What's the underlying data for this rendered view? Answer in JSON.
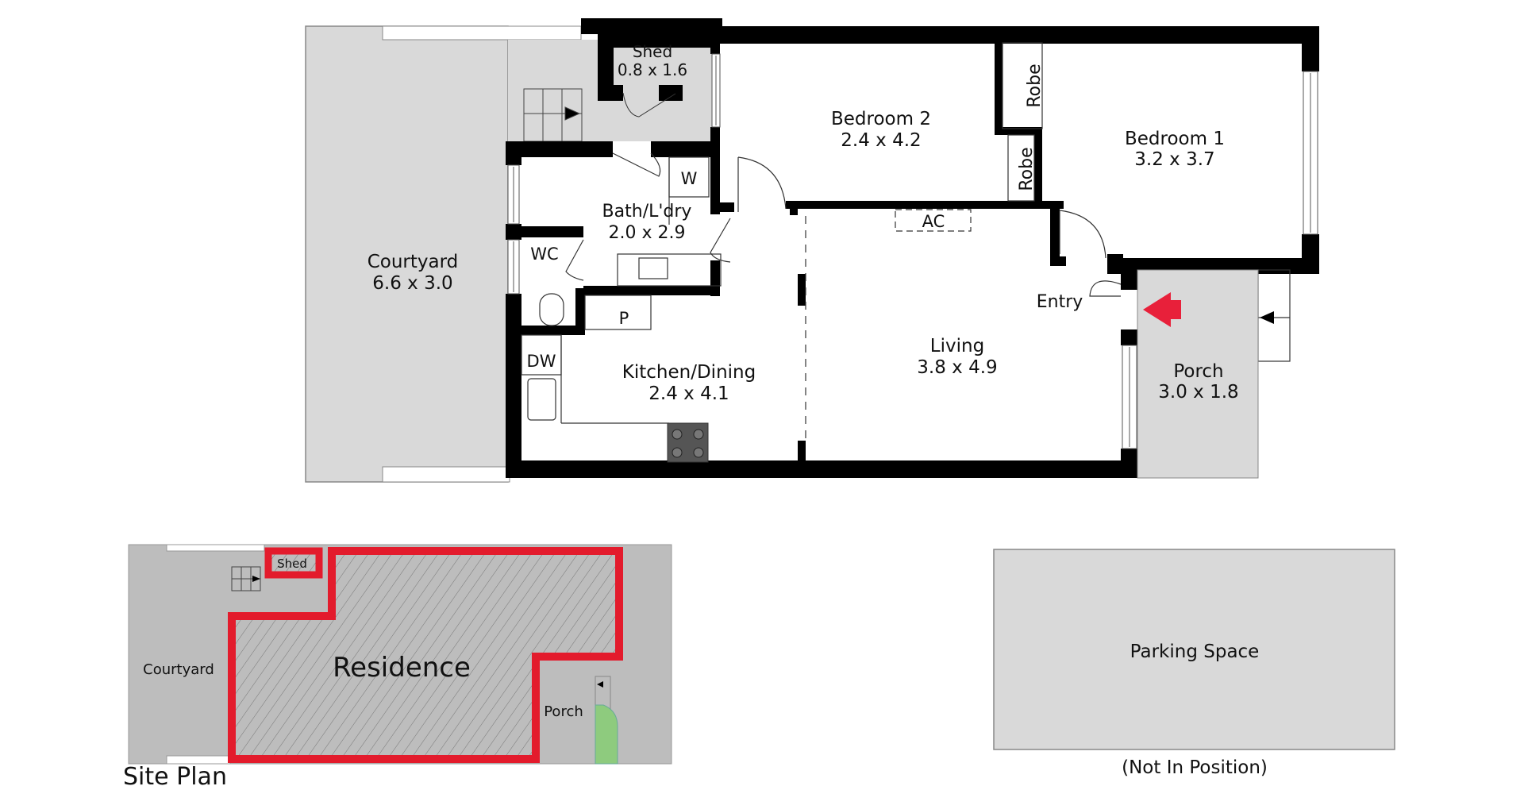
{
  "floor_plan": {
    "rooms": {
      "shed": {
        "name": "Shed",
        "dims": "0.8 x 1.6"
      },
      "bedroom2": {
        "name": "Bedroom 2",
        "dims": "2.4 x 4.2"
      },
      "bedroom1": {
        "name": "Bedroom 1",
        "dims": "3.2 x 3.7"
      },
      "bath": {
        "name": "Bath/L'dry",
        "dims": "2.0 x 2.9"
      },
      "courtyard": {
        "name": "Courtyard",
        "dims": "6.6 x 3.0"
      },
      "living": {
        "name": "Living",
        "dims": "3.8 x 4.9"
      },
      "kitchen": {
        "name": "Kitchen/Dining",
        "dims": "2.4 x 4.1"
      },
      "porch": {
        "name": "Porch",
        "dims": "3.0 x 1.8"
      },
      "entry": {
        "name": "Entry"
      }
    },
    "labels": {
      "robe_upper": "Robe",
      "robe_lower": "Robe",
      "ac": "AC",
      "wc": "WC",
      "washer": "W",
      "pantry": "P",
      "dishwasher": "DW"
    },
    "entry_arrow_color": "#e8203a"
  },
  "site_plan": {
    "title": "Site Plan",
    "residence": "Residence",
    "shed": "Shed",
    "courtyard": "Courtyard",
    "porch": "Porch",
    "outline_color": "#e31b2c",
    "garden_color": "#8ecb7e"
  },
  "parking": {
    "label": "Parking Space",
    "note": "(Not In Position)"
  }
}
